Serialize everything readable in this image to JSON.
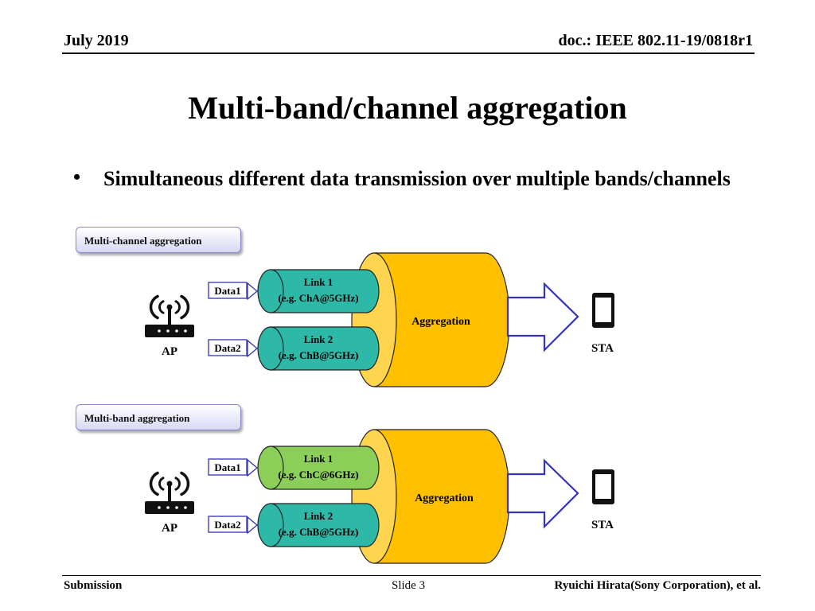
{
  "header": {
    "date": "July 2019",
    "doc": "doc.: IEEE 802.11-19/0818r1"
  },
  "title": "Multi-band/channel aggregation",
  "bullet": {
    "marker": "•",
    "text": "Simultaneous different data transmission over multiple bands/channels"
  },
  "sections": [
    {
      "tag": "Multi-channel aggregation",
      "ap_label": "AP",
      "sta_label": "STA",
      "aggregation_label": "Aggregation",
      "links": [
        {
          "data_label": "Data1",
          "line1": "Link 1",
          "line2": "(e.g. ChA@5GHz)",
          "color": "#2eb8a8"
        },
        {
          "data_label": "Data2",
          "line1": "Link 2",
          "line2": "(e.g. ChB@5GHz)",
          "color": "#2eb8a8"
        }
      ]
    },
    {
      "tag": "Multi-band aggregation",
      "ap_label": "AP",
      "sta_label": "STA",
      "aggregation_label": "Aggregation",
      "links": [
        {
          "data_label": "Data1",
          "line1": "Link 1",
          "line2": "(e.g. ChC@6GHz)",
          "color": "#8ccf58"
        },
        {
          "data_label": "Data2",
          "line1": "Link 2",
          "line2": "(e.g. ChB@5GHz)",
          "color": "#2eb8a8"
        }
      ]
    }
  ],
  "colors": {
    "aggregation_fill": "#ffc000",
    "arrow_stroke": "#3333bb"
  },
  "footer": {
    "left": "Submission",
    "center": "Slide 3",
    "right": "Ryuichi Hirata(Sony Corporation), et al."
  }
}
